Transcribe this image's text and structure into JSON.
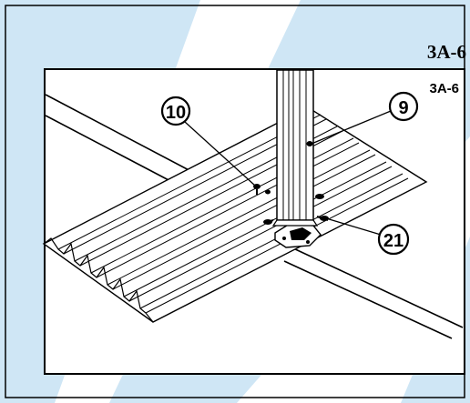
{
  "page": {
    "step_heading": "3A-6",
    "panel_label": "3A-6"
  },
  "callouts": {
    "c10": "10",
    "c9": "9",
    "c21": "21"
  },
  "colors": {
    "background": "#ffffff",
    "watermark": "#cfe6f5",
    "ink": "#000000"
  }
}
